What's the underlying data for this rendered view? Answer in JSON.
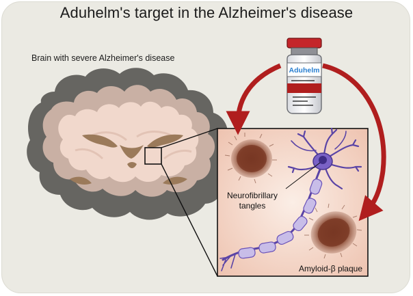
{
  "title": "Aduhelm's target in the Alzheimer's disease",
  "brain_label": "Brain with severe Alzheimer's disease",
  "vial_label": "Aduhelm",
  "neuro_label_1": "Neurofibrillary",
  "neuro_label_2": "tangles",
  "plaque_label": "Amyloid-β plaque",
  "colors": {
    "background": "#ebeae3",
    "brain_outer": "#666561",
    "brain_inner": "#f1d8cc",
    "ventricle": "#9b7a5a",
    "arrow": "#b01e1e",
    "neuron": "#6a52b8",
    "plaque": "#8a4a36",
    "inset_bg": "#f1c9b7"
  }
}
